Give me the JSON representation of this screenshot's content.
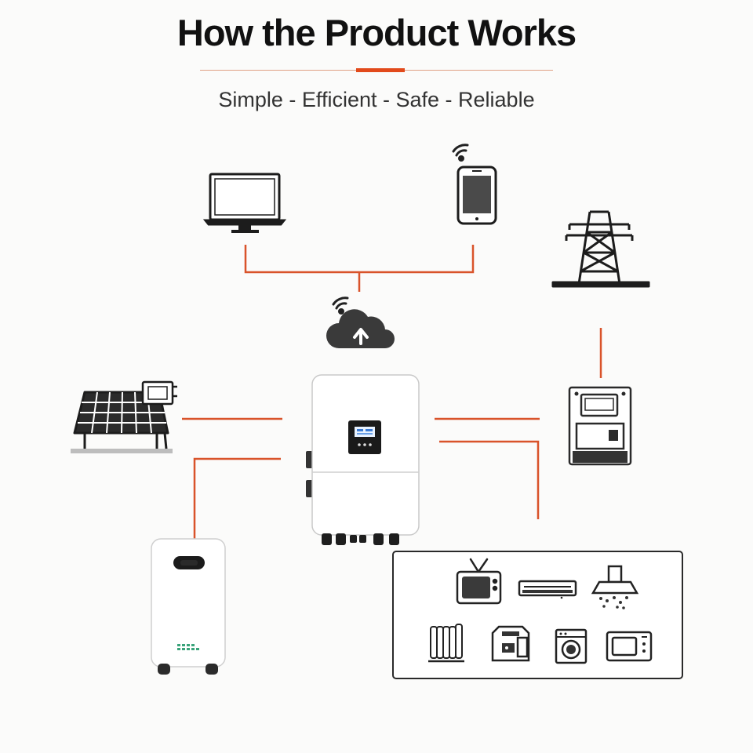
{
  "header": {
    "title": "How the Product Works",
    "tagline": [
      "Simple",
      "Efficient",
      "Safe",
      "Reliable"
    ],
    "separator": " - "
  },
  "colors": {
    "accent": "#e24a1b",
    "line": "#d9532a",
    "ink": "#1c1c1c",
    "panel": "#ffffff",
    "background": "#fbfbfa"
  },
  "nodes": [
    {
      "id": "laptop",
      "icon": "laptop-icon"
    },
    {
      "id": "smartphone",
      "icon": "smartphone-icon"
    },
    {
      "id": "cloud",
      "icon": "cloud-upload-icon"
    },
    {
      "id": "power-grid",
      "icon": "power-tower-icon"
    },
    {
      "id": "meter",
      "icon": "electric-meter-icon"
    },
    {
      "id": "solar-panel",
      "icon": "solar-panel-icon"
    },
    {
      "id": "inverter",
      "icon": "hybrid-inverter"
    },
    {
      "id": "battery",
      "icon": "battery-storage"
    },
    {
      "id": "loads",
      "icon": "household-appliances"
    }
  ],
  "appliances": [
    "tv-icon",
    "air-conditioner-icon",
    "range-hood-icon",
    "oil-heater-icon",
    "coffee-machine-icon",
    "washing-machine-icon",
    "microwave-icon"
  ]
}
